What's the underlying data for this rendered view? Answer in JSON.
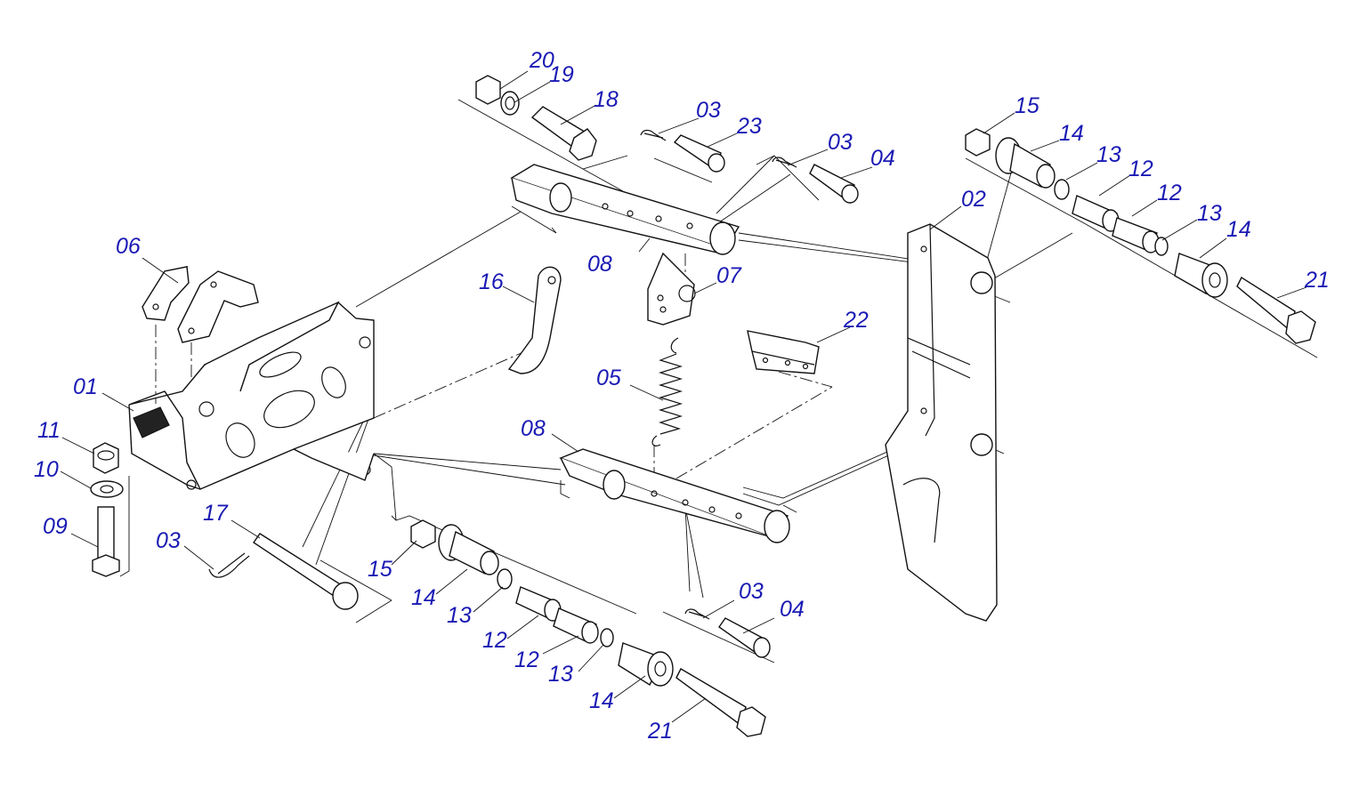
{
  "diagram": {
    "labels": {
      "p01": "01",
      "p02": "02",
      "p03a": "03",
      "p03b": "03",
      "p03c": "03",
      "p03d": "03",
      "p04a": "04",
      "p04b": "04",
      "p05": "05",
      "p06": "06",
      "p07": "07",
      "p08a": "08",
      "p08b": "08",
      "p09": "09",
      "p10": "10",
      "p11": "11",
      "p12a": "12",
      "p12b": "12",
      "p12c": "12",
      "p12d": "12",
      "p13a": "13",
      "p13b": "13",
      "p13c": "13",
      "p13d": "13",
      "p14a": "14",
      "p14b": "14",
      "p14c": "14",
      "p14d": "14",
      "p15a": "15",
      "p15b": "15",
      "p16": "16",
      "p17": "17",
      "p18": "18",
      "p19": "19",
      "p20": "20",
      "p21a": "21",
      "p21b": "21",
      "p22": "22",
      "p23": "23"
    },
    "colors": {
      "label": "#1a1ab4",
      "line": "#111111",
      "background": "#ffffff"
    }
  }
}
